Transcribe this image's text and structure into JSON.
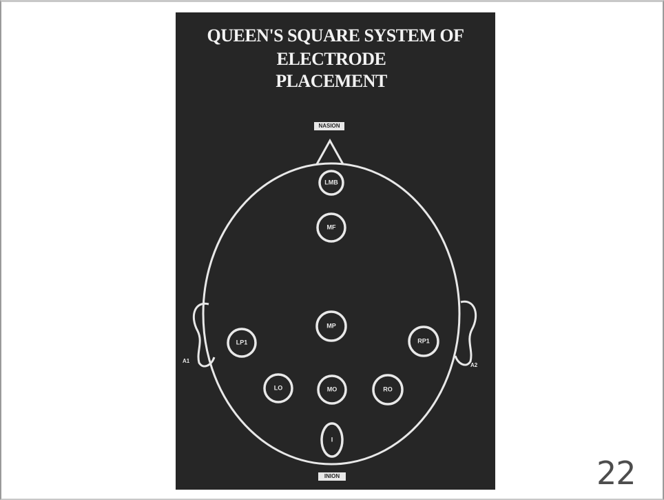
{
  "slide": {
    "title_lines": [
      "QUEEN'S SQUARE SYSTEM OF",
      "ELECTRODE",
      "PLACEMENT"
    ],
    "top_label": "NASION",
    "bottom_label": "INION",
    "left_ear_label": "A1",
    "right_ear_label": "A2",
    "electrodes": [
      {
        "label": "LMB"
      },
      {
        "label": "MF"
      },
      {
        "label": "MP"
      },
      {
        "label": "LP1"
      },
      {
        "label": "RP1"
      },
      {
        "label": "LO"
      },
      {
        "label": "MO"
      },
      {
        "label": "RO"
      },
      {
        "label": "I"
      }
    ],
    "page_number": "22",
    "colors": {
      "panel_background": "#262626",
      "diagram_stroke": "#e8e8e8",
      "page_number": "#4d4d4d"
    }
  }
}
